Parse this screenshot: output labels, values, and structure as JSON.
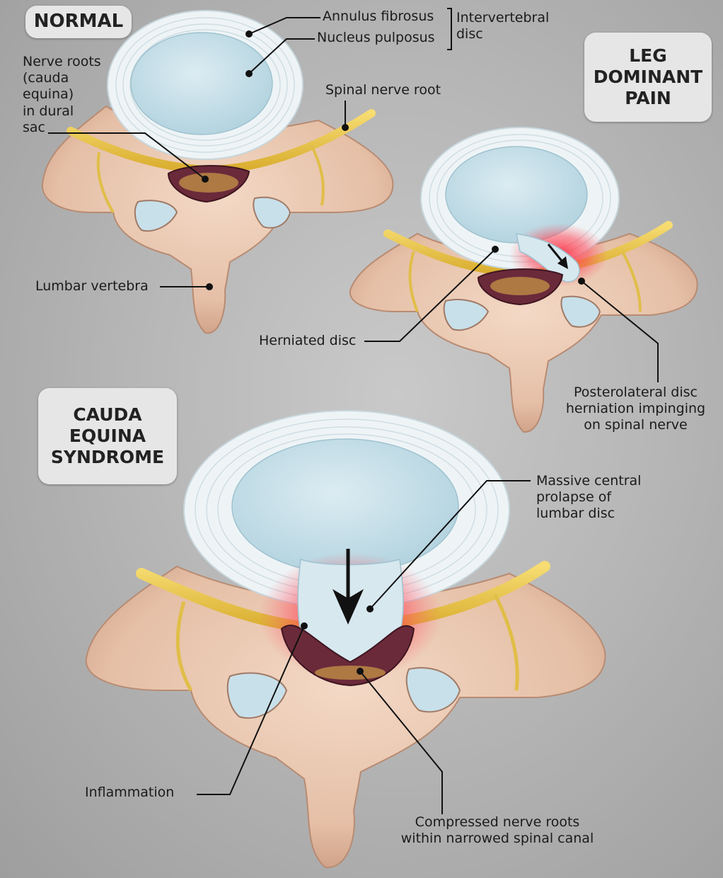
{
  "badges": {
    "normal": "NORMAL",
    "leg_dominant": "LEG\nDOMINANT\nPAIN",
    "cauda": "CAUDA\nEQUINA\nSYNDROME"
  },
  "labels": {
    "annulus": "Annulus fibrosus",
    "nucleus": "Nucleus pulposus",
    "intervertebral": "Intervertebral\ndisc",
    "nerve_roots": "Nerve roots\n(cauda\nequina)\nin dural\nsac",
    "spinal_nerve_root": "Spinal nerve root",
    "lumbar_vertebra": "Lumbar vertebra",
    "herniated_disc": "Herniated disc",
    "posterolateral": "Posterolateral disc\nherniation impinging\non spinal nerve",
    "massive": "Massive central\nprolapse of\nlumbar disc",
    "inflammation": "Inflammation",
    "compressed": "Compressed nerve roots\nwithin narrowed spinal canal"
  },
  "colors": {
    "bone": "#e8c7b0",
    "disc_ring": "#eef4f6",
    "nucleus": "#c5e0ea",
    "nerve": "#e8c54a",
    "dural_sac": "#6a2a3a",
    "inflammation": "#e0283a",
    "leader": "#111111"
  }
}
